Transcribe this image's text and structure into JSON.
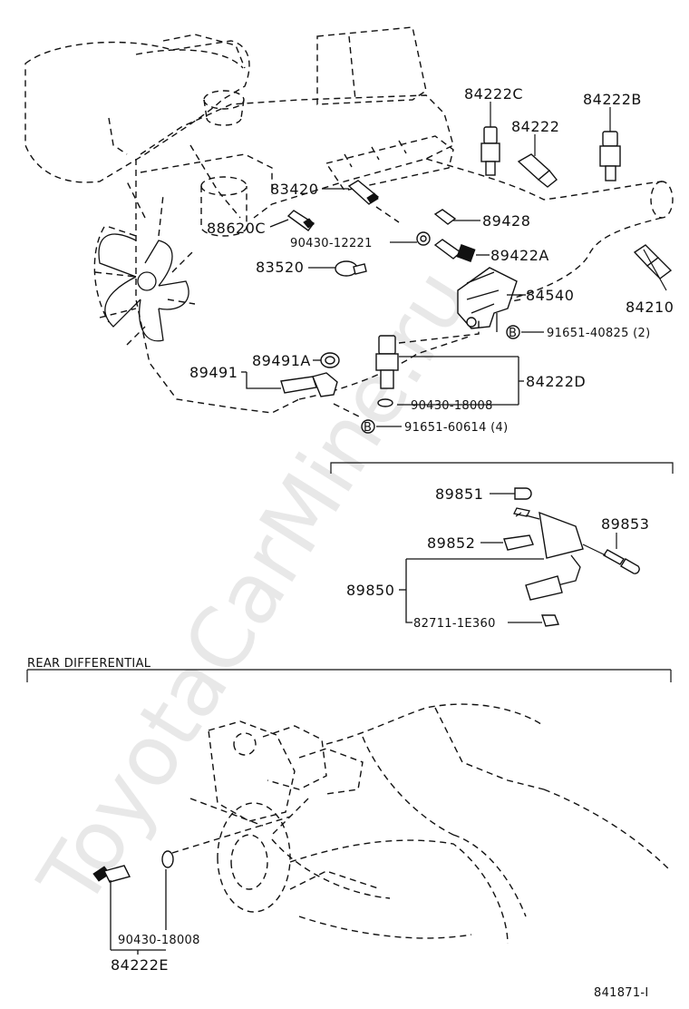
{
  "watermark": "ToyotaCarMine.ru",
  "section_title": "REAR DIFFERENTIAL",
  "figure_id": "841871-I",
  "bolt_symbol": "B",
  "labels": {
    "p84222C": "84222C",
    "p84222": "84222",
    "p84222B": "84222B",
    "p83420": "83420",
    "p88620C": "88620C",
    "p89428": "89428",
    "p90430_12221": "90430-12221",
    "p89422A": "89422A",
    "p83520": "83520",
    "p84540": "84540",
    "p84210": "84210",
    "p91651_40825": "91651-40825 (2)",
    "p89491A": "89491A",
    "p89491": "89491",
    "p84222D": "84222D",
    "p90430_18008_top": "90430-18008",
    "p91651_60614": "91651-60614 (4)",
    "p89851": "89851",
    "p89853": "89853",
    "p89852": "89852",
    "p89850": "89850",
    "p82711": "82711-1E360",
    "p90430_18008_bottom": "90430-18008",
    "p84222E": "84222E"
  }
}
